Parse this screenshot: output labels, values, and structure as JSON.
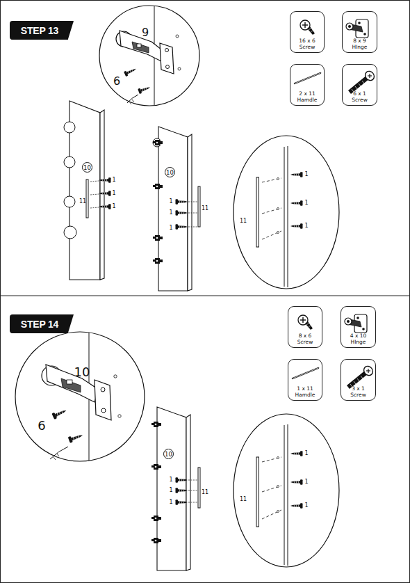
{
  "diagram": {
    "nodes": [
      {
        "text": [
          "STEP 13"
        ]
      },
      {
        "text": [
          "16 x 6 Screw"
        ]
      },
      {
        "text": [
          "8 x 9 HInge"
        ]
      },
      {
        "text": [
          "2 x 11 Hamdle"
        ]
      },
      {
        "text": [
          "6 x 1 Screw"
        ]
      },
      {
        "text": [
          "10"
        ]
      },
      {
        "text": [
          "10"
        ]
      },
      {
        "text": [
          "STEP 14"
        ]
      },
      {
        "text": [
          "8 x 6 Screw"
        ]
      },
      {
        "text": [
          "4 x 10 HInge"
        ]
      },
      {
        "text": [
          "1 x 11 Hamdle"
        ]
      },
      {
        "text": [
          "3 x 1 Screw"
        ]
      },
      {
        "text": [
          "10"
        ]
      }
    ],
    "labels": [
      "9",
      "6",
      "11",
      "1",
      "1",
      "1",
      "1",
      "1",
      "1",
      "11",
      "11",
      "1",
      "1",
      "1",
      "10",
      "6",
      "1",
      "1",
      "1",
      "11",
      "11",
      "1",
      "1",
      "1"
    ]
  }
}
